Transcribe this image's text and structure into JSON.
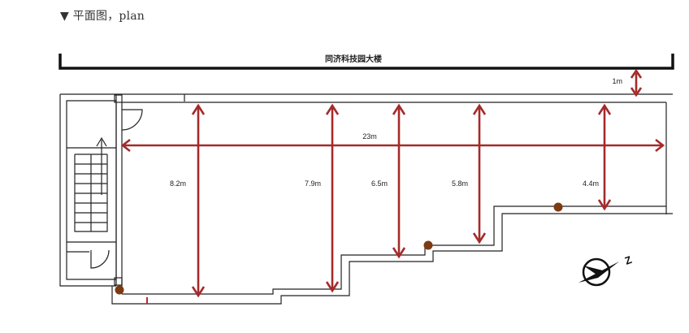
{
  "caption": "▼ 平面图，plan",
  "building_label": "同济科技园大楼",
  "dimensions": {
    "gap": "1m",
    "length": "23m",
    "d1": "8.2m",
    "d2": "7.9m",
    "d3": "6.5m",
    "d4": "5.8m",
    "d5": "4.4m"
  },
  "north_label": "Z",
  "colors": {
    "dimension": "#a52a2a",
    "column": "#7b3a13",
    "wall": "#222222"
  }
}
